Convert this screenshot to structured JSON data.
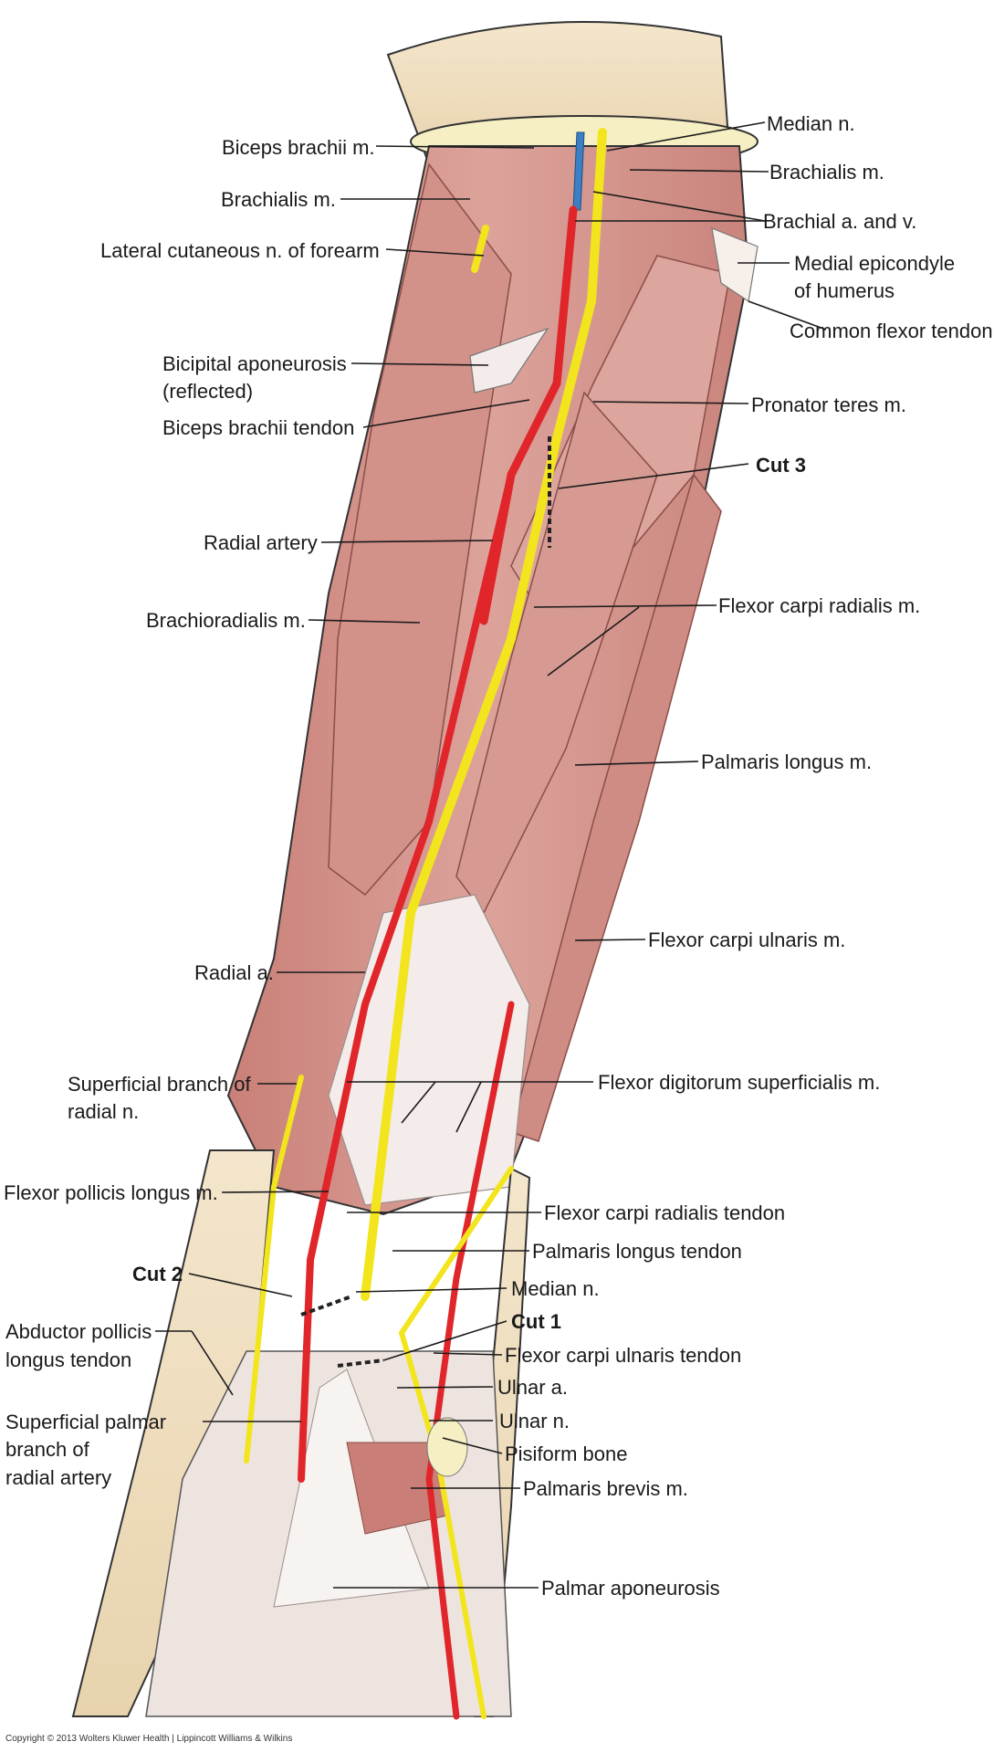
{
  "colors": {
    "skin": "#ecd9b8",
    "muscle": "#cf8e86",
    "muscle_light": "#e6b6ae",
    "tendon": "#f3ecea",
    "artery": "#e0262a",
    "vein": "#3b7fc4",
    "nerve": "#f2e51d",
    "bone": "#f6efc4"
  },
  "labels": {
    "median_n_top": "Median n.",
    "biceps_brachii_m": "Biceps brachii m.",
    "brachialis_m_right": "Brachialis m.",
    "brachialis_m_left": "Brachialis m.",
    "brachial_a_v": "Brachial a. and v.",
    "lateral_cutaneous": "Lateral cutaneous n. of forearm",
    "medial_epicondyle_1": "Medial epicondyle",
    "medial_epicondyle_2": "of humerus",
    "common_flexor_tendon": "Common flexor tendon",
    "bicipital_aponeurosis_1": "Bicipital aponeurosis",
    "bicipital_aponeurosis_2": "(reflected)",
    "pronator_teres": "Pronator teres m.",
    "biceps_tendon": "Biceps brachii tendon",
    "cut_3": "Cut 3",
    "radial_artery": "Radial artery",
    "brachioradialis": "Brachioradialis m.",
    "flexor_carpi_radialis_m": "Flexor carpi radialis m.",
    "palmaris_longus_m": "Palmaris longus m.",
    "flexor_carpi_ulnaris_m": "Flexor carpi ulnaris m.",
    "radial_a": "Radial a.",
    "superficial_branch_1": "Superficial branch of",
    "superficial_branch_2": "radial n.",
    "fds": "Flexor digitorum superficialis m.",
    "fpl": "Flexor pollicis longus m.",
    "fcr_tendon": "Flexor carpi radialis tendon",
    "palmaris_longus_tendon": "Palmaris longus tendon",
    "cut_2": "Cut 2",
    "median_n_bottom": "Median n.",
    "cut_1": "Cut 1",
    "apl_1": "Abductor pollicis",
    "apl_2": "longus tendon",
    "fcu_tendon": "Flexor carpi ulnaris tendon",
    "ulnar_a": "Ulnar a.",
    "spb_1": "Superficial palmar",
    "spb_2": "branch of",
    "spb_3": "radial artery",
    "ulnar_n": "Ulnar n.",
    "pisiform": "Pisiform bone",
    "palmaris_brevis": "Palmaris brevis m.",
    "palmar_aponeurosis": "Palmar aponeurosis"
  },
  "copyright": "Copyright © 2013 Wolters Kluwer Health | Lippincott Williams & Wilkins"
}
